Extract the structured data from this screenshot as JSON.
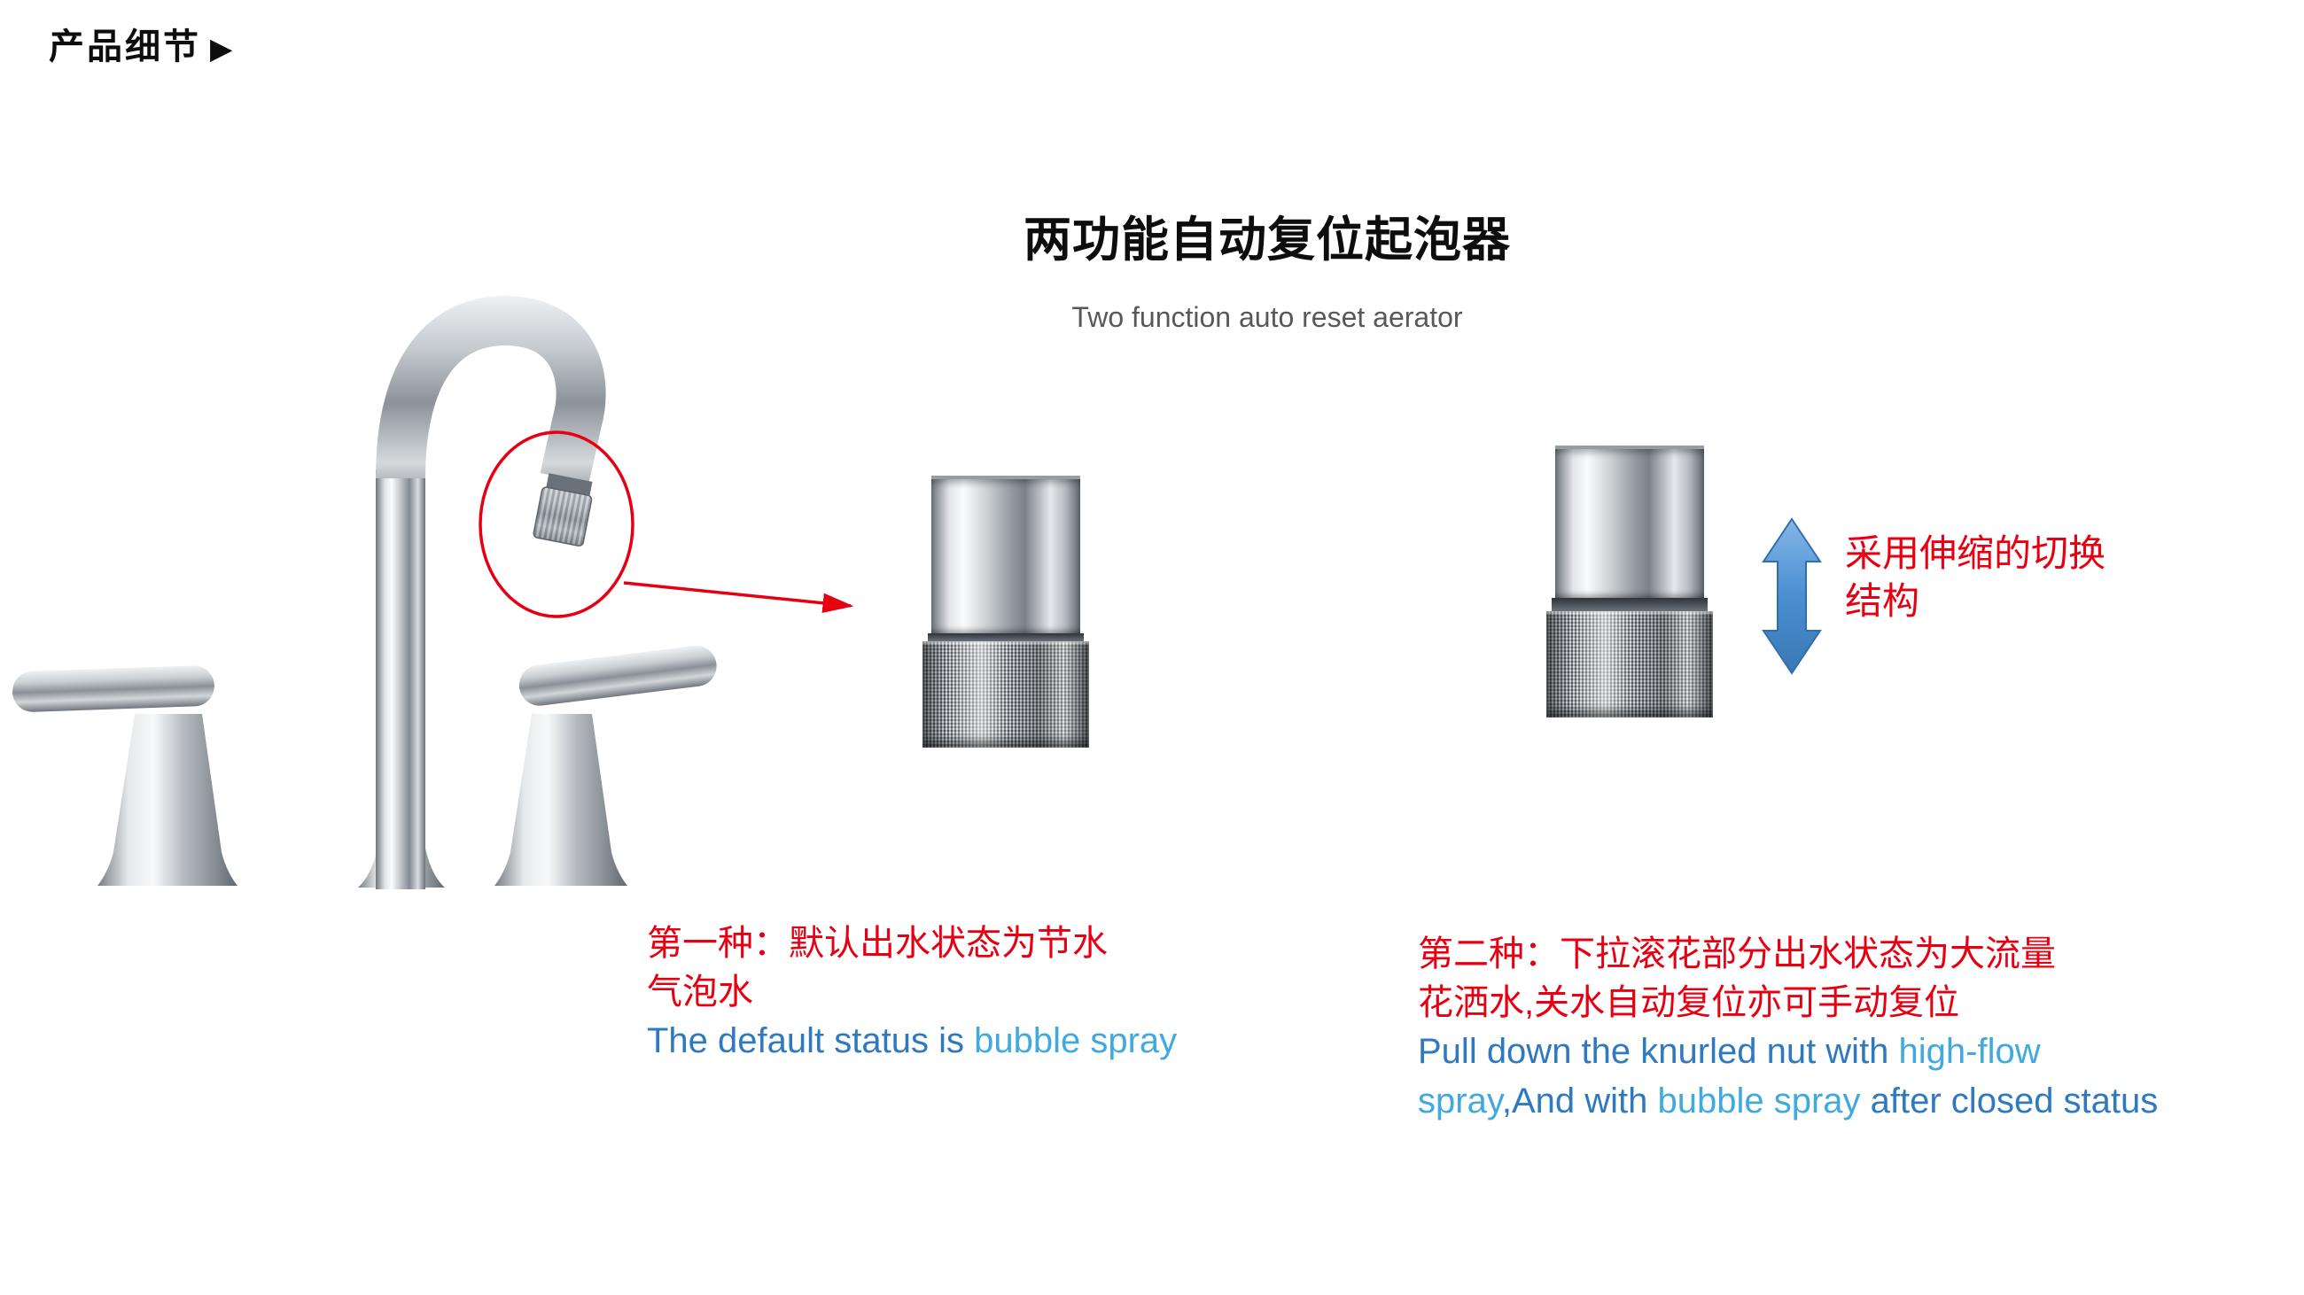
{
  "colors": {
    "accent_red": "#e60012",
    "text_blue": "#2e79c0",
    "text_light_blue": "#3fa9e0",
    "subtitle_gray": "#585858",
    "arrow_blue": "#4a8fd0"
  },
  "header": {
    "label": "产品细节",
    "arrow_icon": "▶"
  },
  "title": {
    "zh": "两功能自动复位起泡器",
    "en": "Two function auto reset aerator"
  },
  "telescopic_note": {
    "line1": "采用伸缩的切换",
    "line2": "结构"
  },
  "mode1": {
    "zh_line1": "第一种：默认出水状态为节水",
    "zh_line2": "气泡水",
    "en_seg1": "The default status is ",
    "en_seg2": "bubble spray"
  },
  "mode2": {
    "zh_line1": "第二种：下拉滚花部分出水状态为大流量",
    "zh_line2": "花洒水,关水自动复位亦可手动复位",
    "en_seg1": "Pull down the knurled nut with ",
    "en_seg2": "high-flow spray",
    "en_seg3": ",And with ",
    "en_seg4": "bubble spray ",
    "en_seg5": "after closed status"
  },
  "images": {
    "faucet": "chrome two-handle widespread faucet with gooseneck spout",
    "aerator_closeup": "aerator with knurled nut",
    "aerator_telescopic": "aerator with knurled nut pulled down"
  }
}
